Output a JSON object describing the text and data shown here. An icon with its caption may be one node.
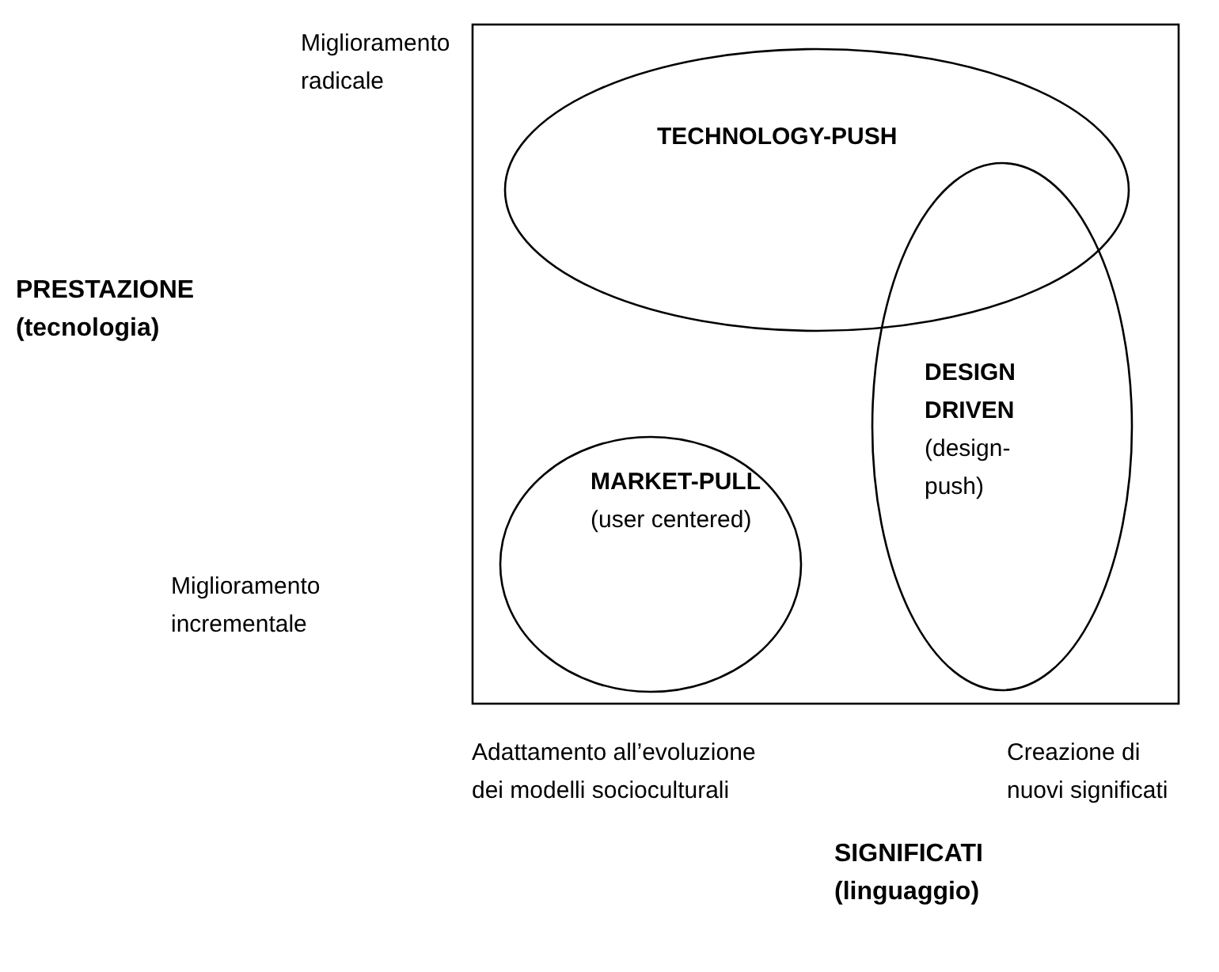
{
  "diagram": {
    "nodes": [
      {
        "text": [],
        "shape": "box"
      },
      {
        "text": [
          "TECHNOLOGY-PUSH"
        ],
        "in": 0
      },
      {
        "text": [
          "MARKET-PULL",
          "(user centered)"
        ],
        "in": 0
      },
      {
        "text": [
          "DESIGN DRIVEN",
          "(design-push)"
        ],
        "in": 0
      }
    ],
    "labels": [
      "Miglioramento radicale",
      "PRESTAZIONE (tecnologia)",
      "Miglioramento incrementale",
      "Adattamento all’evoluzione dei modelli socioculturali",
      "Creazione di nuovi significati",
      "SIGNIFICATI (linguaggio)"
    ]
  }
}
